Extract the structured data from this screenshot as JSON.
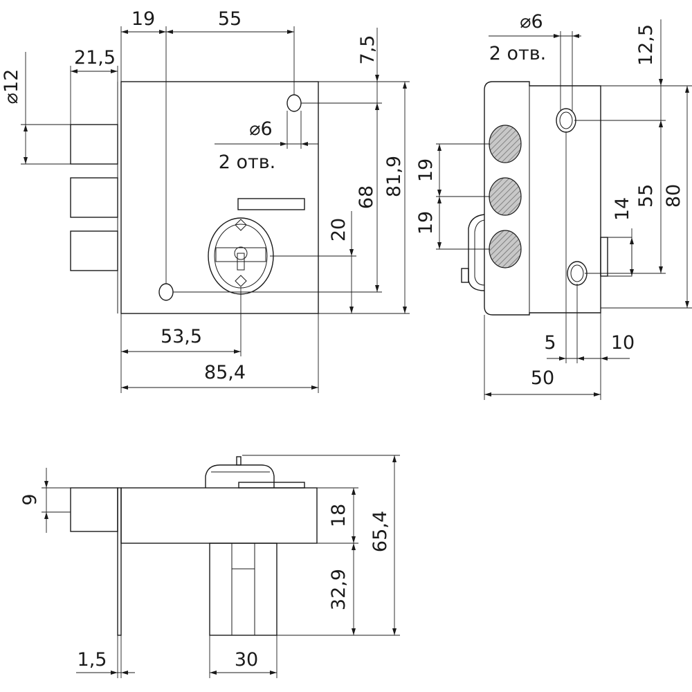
{
  "front_view": {
    "dims": {
      "d12": "⌀12",
      "d21_5": "21,5",
      "d19": "19",
      "d55": "55",
      "d7_5": "7,5",
      "hole_d6": "⌀6",
      "hole_count": "2 отв.",
      "d68": "68",
      "d81_9": "81,9",
      "d20": "20",
      "d53_5": "53,5",
      "d85_4": "85,4"
    }
  },
  "side_view": {
    "dims": {
      "hole_d6": "⌀6",
      "hole_count": "2 отв.",
      "d12_5": "12,5",
      "d19a": "19",
      "d19b": "19",
      "d55": "55",
      "d80": "80",
      "d14": "14",
      "d5": "5",
      "d10": "10",
      "d50": "50"
    }
  },
  "bottom_view": {
    "dims": {
      "d9": "9",
      "d18": "18",
      "d65_4": "65,4",
      "d32_9": "32,9",
      "d1_5": "1,5",
      "d30": "30"
    }
  }
}
